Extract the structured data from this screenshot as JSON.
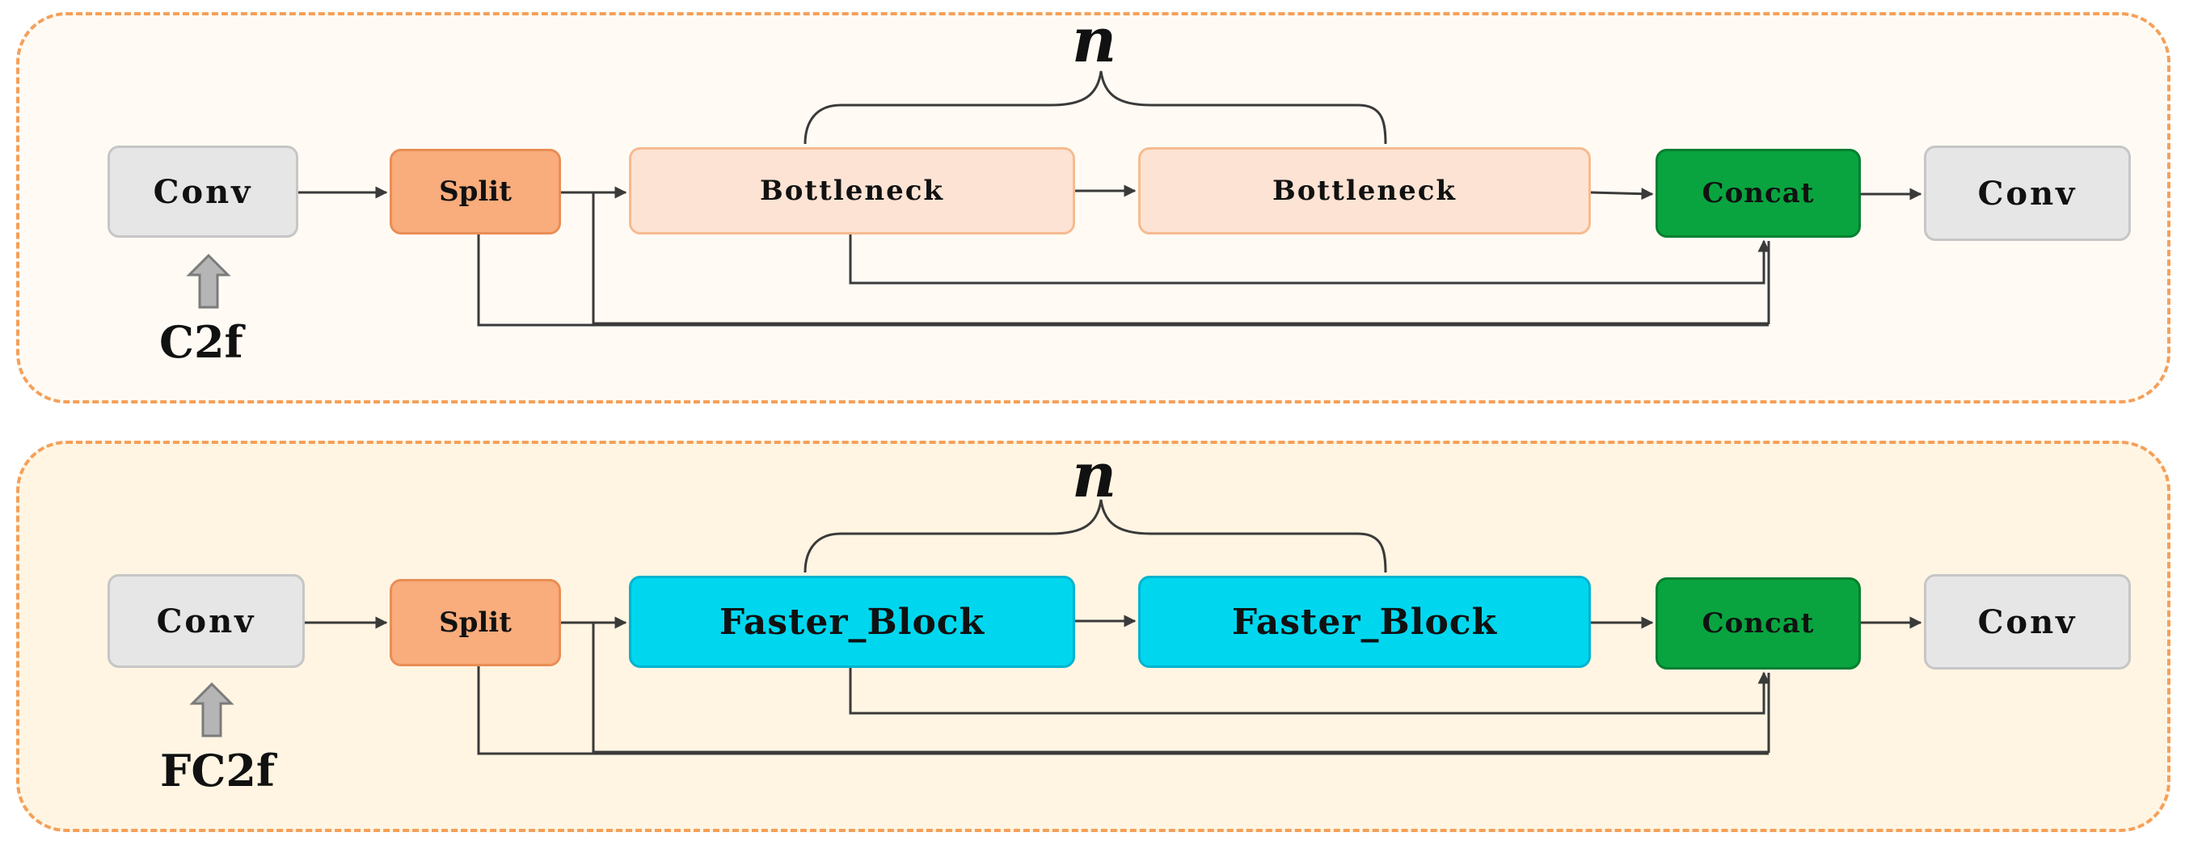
{
  "top": {
    "module_label": "C2f",
    "repeat_label": "n",
    "conv_in": "Conv",
    "split": "Split",
    "block_1": "Bottleneck",
    "block_2": "Bottleneck",
    "concat": "Concat",
    "conv_out": "Conv"
  },
  "bottom": {
    "module_label": "FC2f",
    "repeat_label": "n",
    "conv_in": "Conv",
    "split": "Split",
    "block_1": "Faster_Block",
    "block_2": "Faster_Block",
    "concat": "Concat",
    "conv_out": "Conv"
  },
  "colors": {
    "panel_border": "#f4a05a",
    "conv": "#e6e6e6",
    "split": "#f9ac7c",
    "bottleneck": "#fde3d4",
    "faster_block": "#00d7ef",
    "concat": "#09a43f"
  }
}
